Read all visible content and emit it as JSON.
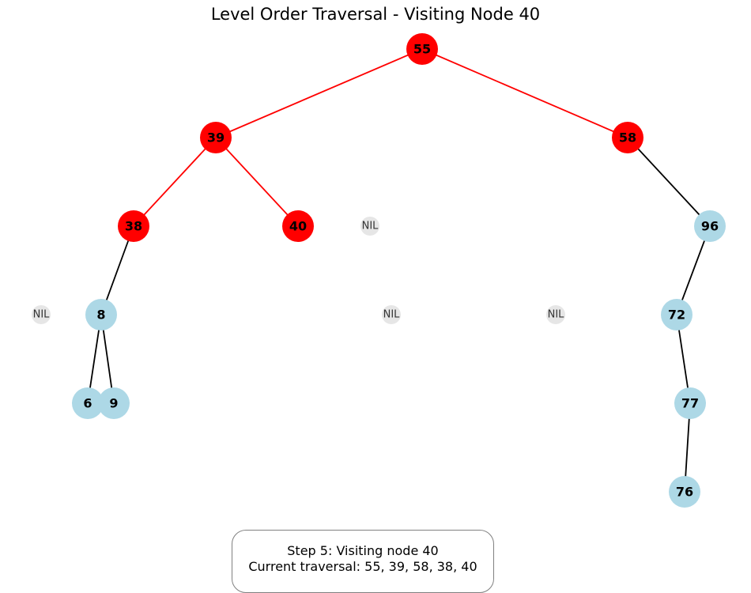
{
  "title": "Level Order Traversal - Visiting Node 40",
  "status": {
    "step_line": "Step 5: Visiting node 40",
    "traversal_line": "Current traversal: 55, 39, 58, 38, 40"
  },
  "colors": {
    "visited": "#ff0000",
    "unvisited": "#add8e6",
    "nil": "#e6e6e6",
    "visited_edge": "#ff0000",
    "edge": "#000000"
  },
  "tree": {
    "nodes": [
      {
        "id": "n55",
        "label": "55",
        "visited": true
      },
      {
        "id": "n39",
        "label": "39",
        "visited": true
      },
      {
        "id": "n58",
        "label": "58",
        "visited": true
      },
      {
        "id": "n38",
        "label": "38",
        "visited": true
      },
      {
        "id": "n40",
        "label": "40",
        "visited": true
      },
      {
        "id": "nil1",
        "label": "NIL",
        "nil": true
      },
      {
        "id": "n96",
        "label": "96",
        "visited": false
      },
      {
        "id": "nil2",
        "label": "NIL",
        "nil": true
      },
      {
        "id": "n8",
        "label": "8",
        "visited": false
      },
      {
        "id": "nil3",
        "label": "NIL",
        "nil": true
      },
      {
        "id": "nil4",
        "label": "NIL",
        "nil": true
      },
      {
        "id": "n72",
        "label": "72",
        "visited": false
      },
      {
        "id": "n6",
        "label": "6",
        "visited": false
      },
      {
        "id": "n9",
        "label": "9",
        "visited": false
      },
      {
        "id": "n77",
        "label": "77",
        "visited": false
      },
      {
        "id": "n76",
        "label": "76",
        "visited": false
      }
    ],
    "edges": [
      {
        "from": "n55",
        "to": "n39",
        "visited": true
      },
      {
        "from": "n55",
        "to": "n58",
        "visited": true
      },
      {
        "from": "n39",
        "to": "n38",
        "visited": true
      },
      {
        "from": "n39",
        "to": "n40",
        "visited": true
      },
      {
        "from": "n58",
        "to": "n96",
        "visited": false
      },
      {
        "from": "n38",
        "to": "n8",
        "visited": false
      },
      {
        "from": "n96",
        "to": "n72",
        "visited": false
      },
      {
        "from": "n8",
        "to": "n6",
        "visited": false
      },
      {
        "from": "n8",
        "to": "n9",
        "visited": false
      },
      {
        "from": "n72",
        "to": "n77",
        "visited": false
      },
      {
        "from": "n77",
        "to": "n76",
        "visited": false
      }
    ]
  }
}
